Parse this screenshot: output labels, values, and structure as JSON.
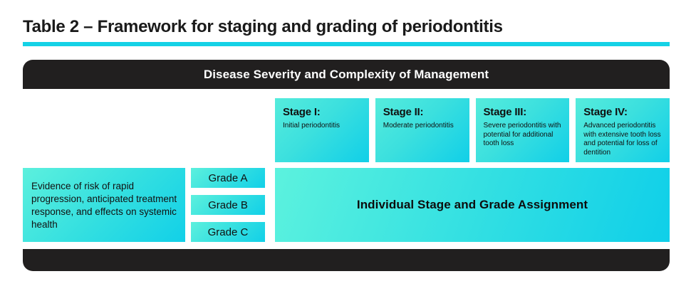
{
  "title": "Table 2 – Framework for staging and grading of periodontitis",
  "colors": {
    "accent_teal": "#14d2e6",
    "panel_dark": "#211f1f",
    "gradient_light": "#5cf0dd",
    "gradient_deep": "#12d0e8",
    "text_dark": "#111111",
    "text_light": "#ffffff"
  },
  "header": {
    "label": "Disease Severity and Complexity of Management"
  },
  "stages": [
    {
      "title": "Stage I:",
      "description": "Initial periodontitis"
    },
    {
      "title": "Stage II:",
      "description": "Moderate periodontitis"
    },
    {
      "title": "Stage III:",
      "description": "Severe periodontitis with potential for additional tooth loss"
    },
    {
      "title": "Stage IV:",
      "description": "Advanced periodontitis with extensive tooth loss and potential for loss of dentition"
    }
  ],
  "evidence": {
    "text": "Evidence of risk of rapid progression, anticipated treatment response, and effects on systemic health"
  },
  "grades": [
    {
      "label": "Grade A"
    },
    {
      "label": "Grade B"
    },
    {
      "label": "Grade C"
    }
  ],
  "assignment": {
    "label": "Individual Stage and Grade Assignment"
  }
}
